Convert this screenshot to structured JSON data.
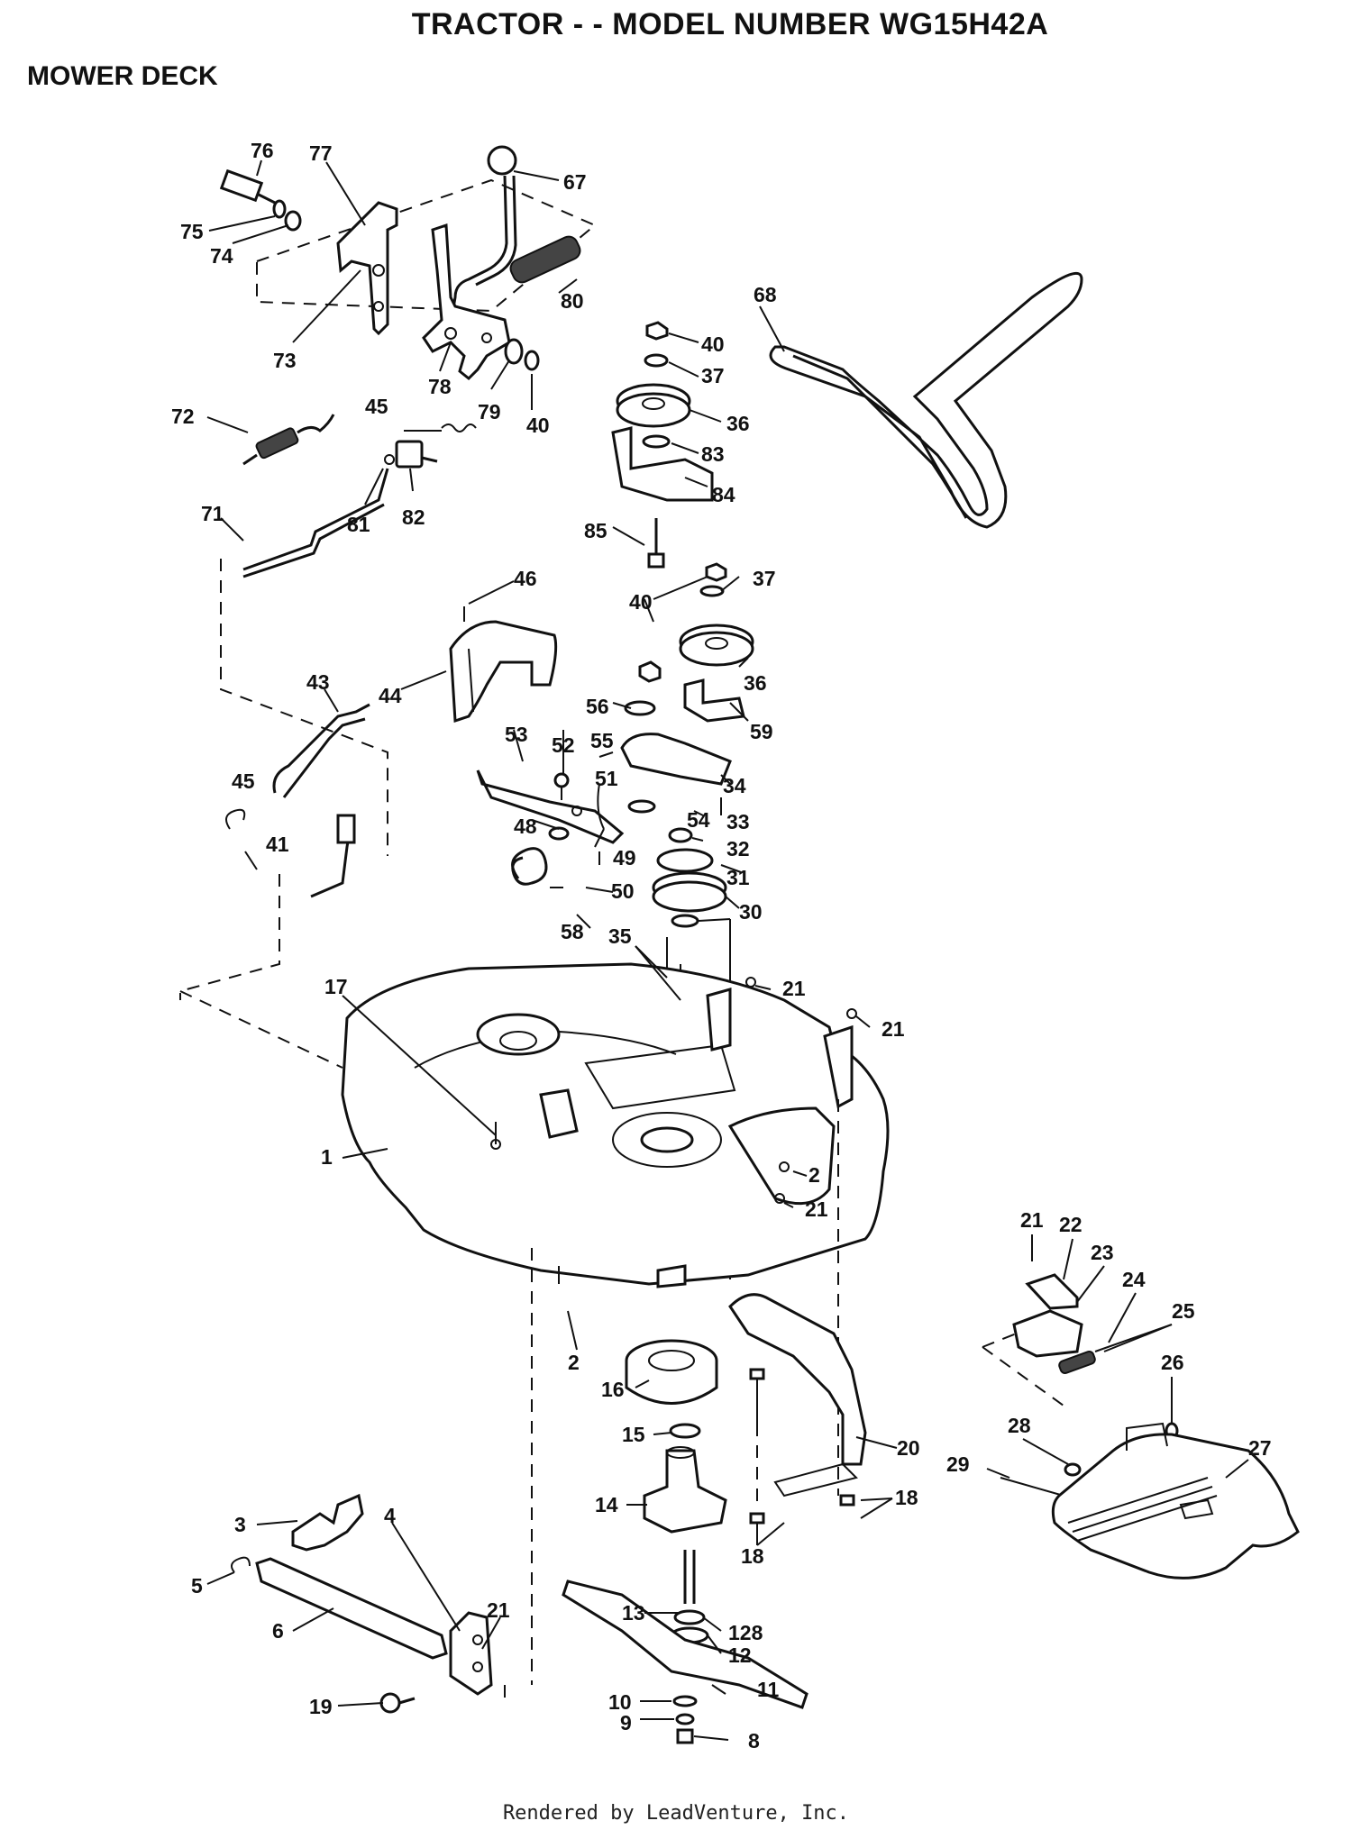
{
  "header": {
    "title": "TRACTOR - - MODEL NUMBER WG15H42A",
    "subtitle": "MOWER DECK"
  },
  "footer": {
    "text": "Rendered by LeadVenture, Inc."
  },
  "parts": {
    "p76": "76",
    "p77": "77",
    "p67": "67",
    "p75": "75",
    "p74": "74",
    "p80": "80",
    "p73": "73",
    "p78": "78",
    "p79": "79",
    "p40a": "40",
    "p68": "68",
    "p40b": "40",
    "p37a": "37",
    "p36a": "36",
    "p72": "72",
    "p45a": "45",
    "p83": "83",
    "p84": "84",
    "p71": "71",
    "p81": "81",
    "p82": "82",
    "p85": "85",
    "p46": "46",
    "p40c": "40",
    "p37b": "37",
    "p36b": "36",
    "p44": "44",
    "p43": "43",
    "p56": "56",
    "p59": "59",
    "p53": "53",
    "p52": "52",
    "p55": "55",
    "p51": "51",
    "p34": "34",
    "p45b": "45",
    "p48": "48",
    "p54": "54",
    "p33": "33",
    "p41": "41",
    "p49": "49",
    "p32": "32",
    "p50": "50",
    "p31": "31",
    "p30": "30",
    "p58": "58",
    "p35": "35",
    "p17": "17",
    "p21a": "21",
    "p21b": "21",
    "p1": "1",
    "p2a": "2",
    "p21c": "21",
    "p21d": "21",
    "p22": "22",
    "p23": "23",
    "p24": "24",
    "p25": "25",
    "p2b": "2",
    "p26": "26",
    "p16": "16",
    "p20": "20",
    "p28": "28",
    "p27": "27",
    "p15": "15",
    "p29": "29",
    "p14": "14",
    "p18a": "18",
    "p18b": "18",
    "p3": "3",
    "p4": "4",
    "p5": "5",
    "p6": "6",
    "p21e": "21",
    "p13": "13",
    "p128": "128",
    "p12": "12",
    "p11": "11",
    "p19": "19",
    "p10": "10",
    "p9": "9",
    "p8": "8"
  }
}
